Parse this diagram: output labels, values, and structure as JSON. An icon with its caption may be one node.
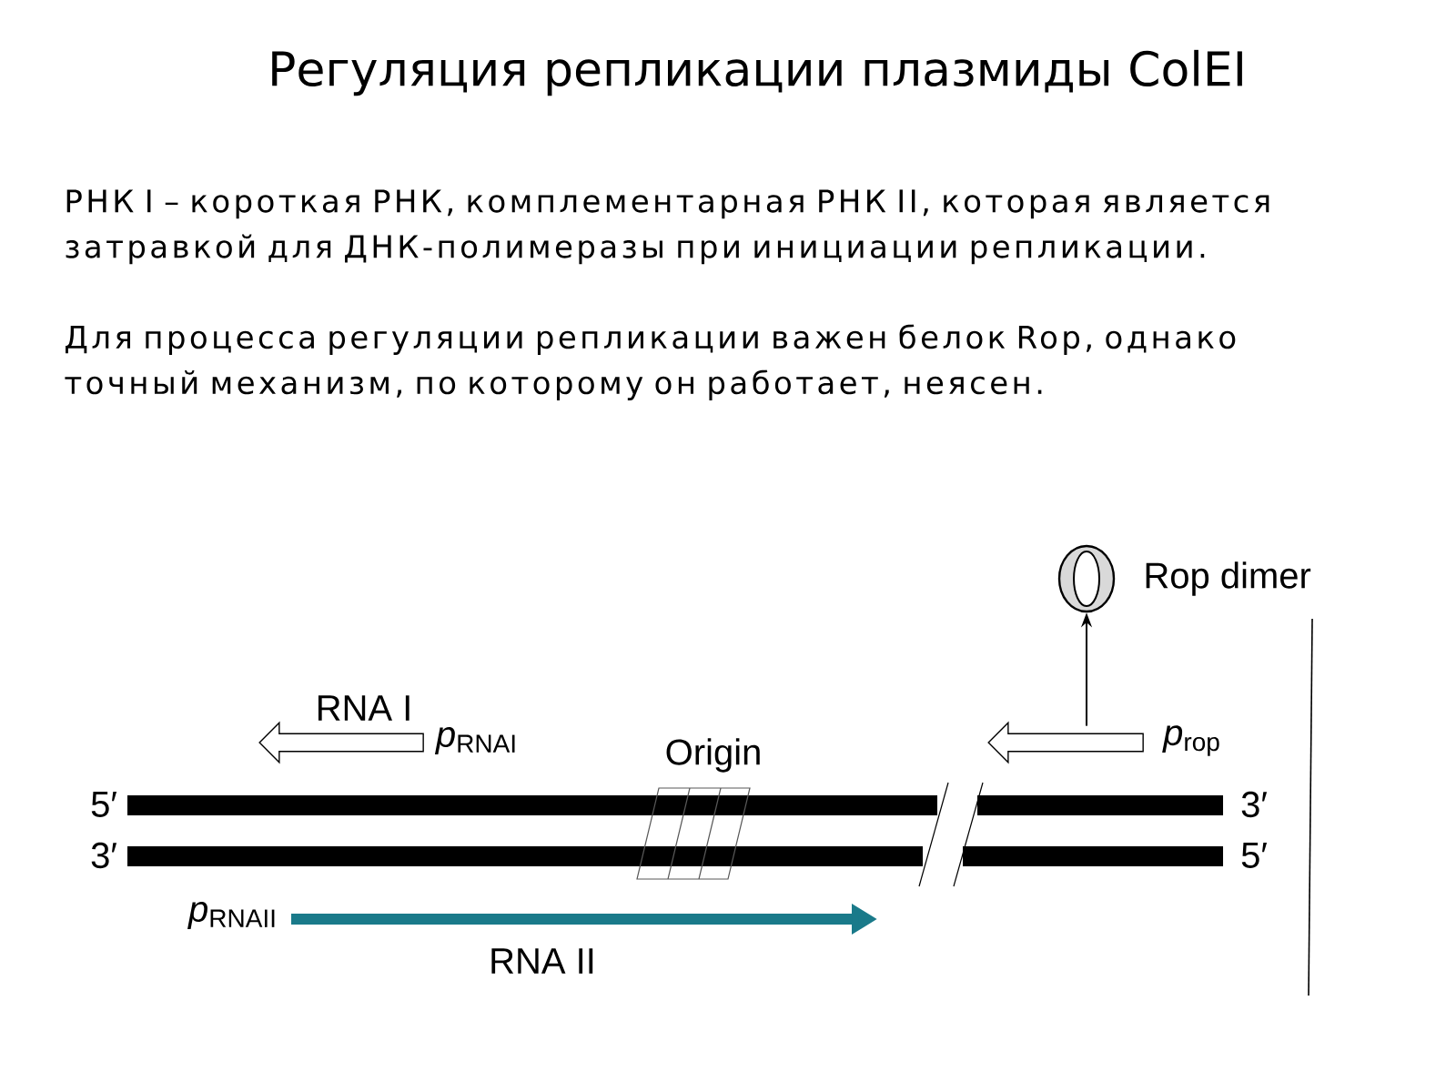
{
  "diagram": {
    "title": "Регуляция репликации плазмиды ColEI",
    "nodes": [
      {
        "text": [],
        "shape": "circle",
        "beside": [
          "Rop dimer"
        ]
      },
      {
        "text": [],
        "shape": "arrow",
        "beside": [
          "RNA I",
          "*p*$_{RNAI}$"
        ]
      },
      {
        "text": [],
        "shape": "arrow",
        "beside": [
          "*p*$_{rop}$"
        ]
      }
    ],
    "edges": [
      {
        "from": 2,
        "to": 0,
        "arrow": "to"
      }
    ],
    "labels": [
      "РНК I – короткая РНК, комплементарная РНК II, которая является затравкой для ДНК-полимеразы при инициации репликации.",
      "Для процесса регуляции репликации важен белок Rop, однако точный механизм, по которому он работает, неясен.",
      "Origin",
      "5′",
      "3′",
      "3′",
      "5′",
      "*p*$_{RNAII}$",
      "RNA II"
    ]
  }
}
